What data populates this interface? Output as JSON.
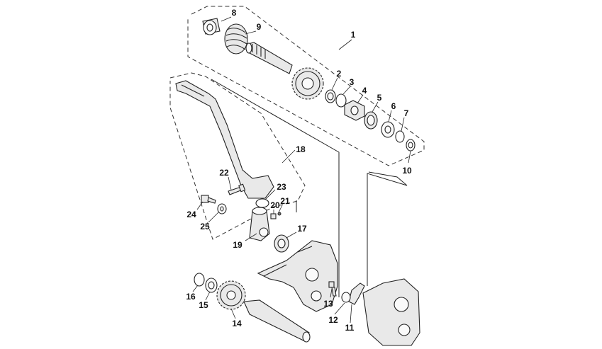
{
  "diagram": {
    "type": "exploded-parts-diagram",
    "colors": {
      "background": "#ffffff",
      "lines": "#222222",
      "part_fill": "#e9e9e9"
    },
    "callouts": [
      {
        "id": "1",
        "label": "1"
      },
      {
        "id": "2",
        "label": "2"
      },
      {
        "id": "3",
        "label": "3"
      },
      {
        "id": "4",
        "label": "4"
      },
      {
        "id": "5",
        "label": "5"
      },
      {
        "id": "6",
        "label": "6"
      },
      {
        "id": "7",
        "label": "7"
      },
      {
        "id": "8",
        "label": "8"
      },
      {
        "id": "9",
        "label": "9"
      },
      {
        "id": "10",
        "label": "10"
      },
      {
        "id": "11",
        "label": "11"
      },
      {
        "id": "12",
        "label": "12"
      },
      {
        "id": "13",
        "label": "13"
      },
      {
        "id": "14",
        "label": "14"
      },
      {
        "id": "15",
        "label": "15"
      },
      {
        "id": "16",
        "label": "16"
      },
      {
        "id": "17",
        "label": "17"
      },
      {
        "id": "18",
        "label": "18"
      },
      {
        "id": "19",
        "label": "19"
      },
      {
        "id": "20",
        "label": "20"
      },
      {
        "id": "21",
        "label": "21"
      },
      {
        "id": "22",
        "label": "22"
      },
      {
        "id": "23",
        "label": "23"
      },
      {
        "id": "24",
        "label": "24"
      },
      {
        "id": "25",
        "label": "25"
      }
    ]
  }
}
